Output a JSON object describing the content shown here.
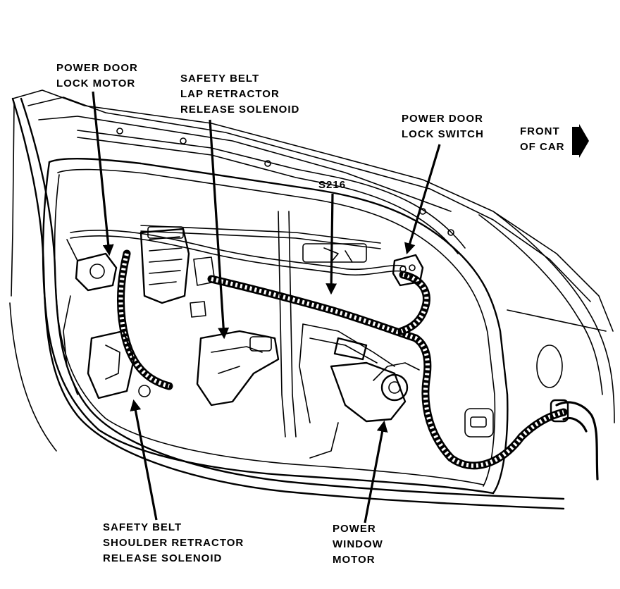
{
  "labels": {
    "power_door_lock_motor": [
      "POWER DOOR",
      "LOCK MOTOR"
    ],
    "lap_retractor_solenoid": [
      "SAFETY BELT",
      "LAP RETRACTOR",
      "RELEASE SOLENOID"
    ],
    "power_door_lock_switch": [
      "POWER DOOR",
      "LOCK SWITCH"
    ],
    "front_of_car": [
      "FRONT",
      "OF CAR"
    ],
    "splice": "S216",
    "shoulder_retractor_solenoid": [
      "SAFETY BELT",
      "SHOULDER RETRACTOR",
      "RELEASE SOLENOID"
    ],
    "power_window_motor": [
      "POWER",
      "WINDOW",
      "MOTOR"
    ]
  },
  "icons": {
    "front_arrow": "right-arrow-icon"
  }
}
